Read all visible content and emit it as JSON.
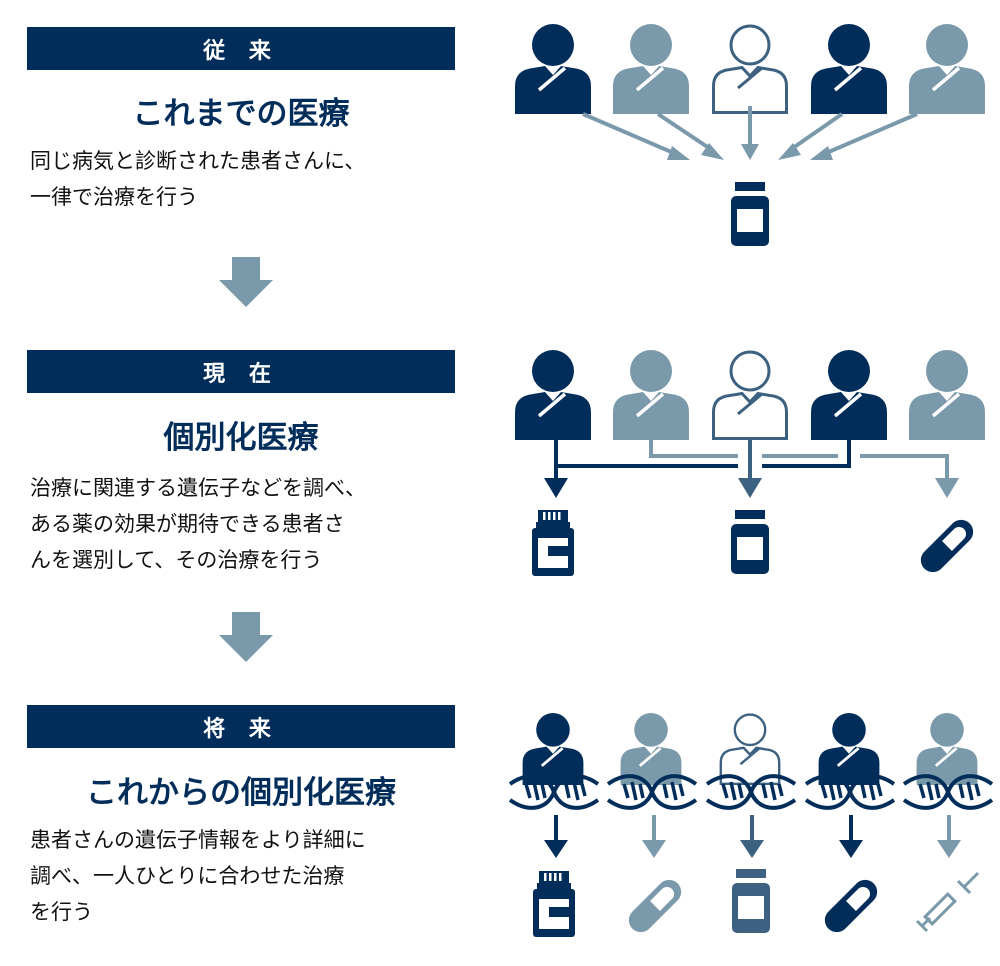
{
  "sections": [
    {
      "label": "従 来",
      "title": "これまでの医療",
      "desc": [
        "同じ病気と診断された患者さんに、",
        "一律で治療を行う"
      ]
    },
    {
      "label": "現 在",
      "title": "個別化医療",
      "desc": [
        "治療に関連する遺伝子などを調べ、",
        "ある薬の効果が期待できる患者さ",
        "んを選別して、その治療を行う"
      ]
    },
    {
      "label": "将 来",
      "title": "これからの個別化医療",
      "desc": [
        "患者さんの遺伝子情報をより詳細に",
        "調べ、一人ひとりに合わせた治療",
        "を行う"
      ]
    }
  ],
  "colors": {
    "dark": "#002d5a",
    "light": "#7a99ab",
    "mid": "#3d6180",
    "arrow": "#7a99ab"
  }
}
